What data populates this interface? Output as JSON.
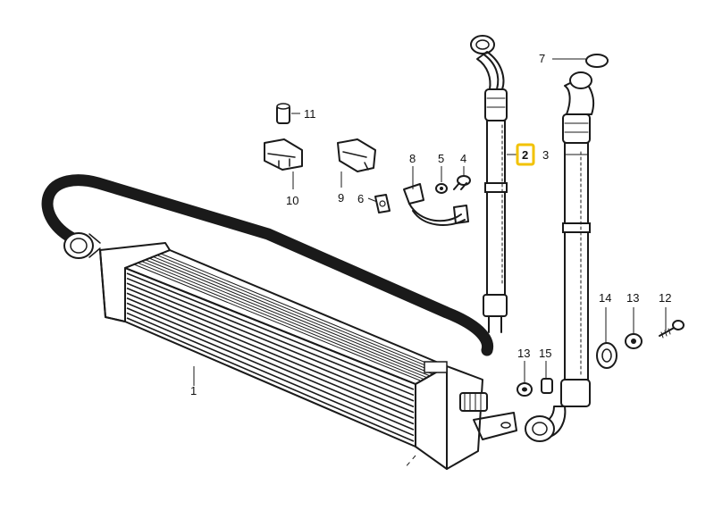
{
  "labels": {
    "p1": "1",
    "p2": "2",
    "p3": "3",
    "p4": "4",
    "p5": "5",
    "p6": "6",
    "p7": "7",
    "p8": "8",
    "p9": "9",
    "p10": "10",
    "p11": "11",
    "p12": "12",
    "p13a": "13",
    "p13b": "13",
    "p14": "14",
    "p15": "15"
  },
  "highlight_color": "#f2c200"
}
